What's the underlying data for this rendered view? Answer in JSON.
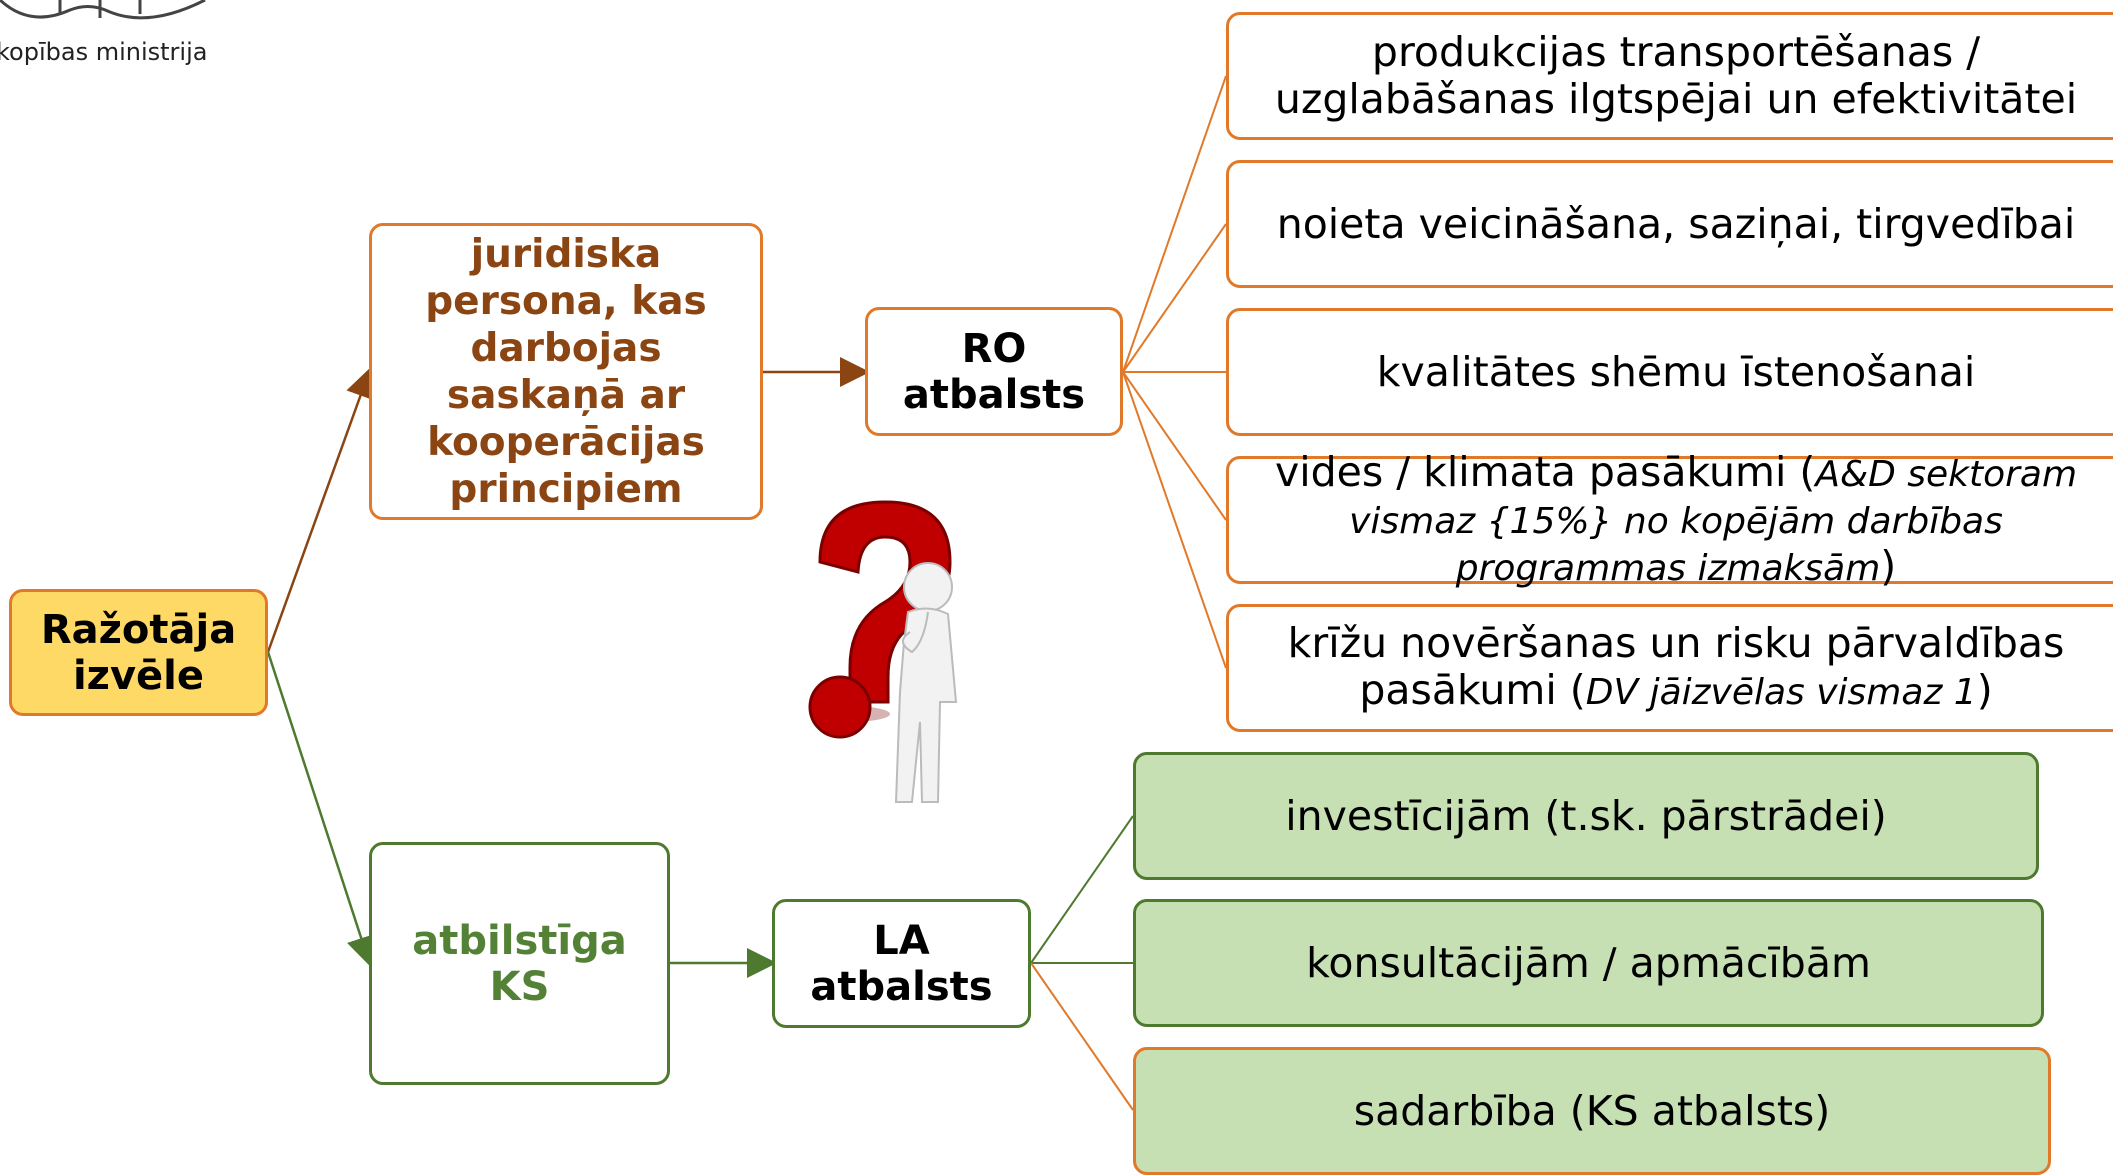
{
  "logo": {
    "text": "kopības ministrija"
  },
  "root": {
    "line1": "Ražotāja",
    "line2": "izvēle"
  },
  "branch_ro": {
    "label": "juridiska persona, kas darbojas saskaņā ar kooperācijas principiem",
    "node_line1": "RO",
    "node_line2": "atbalsts"
  },
  "branch_la": {
    "label_line1": "atbilstīga",
    "label_line2": "KS",
    "node_line1": "LA",
    "node_line2": "atbalsts"
  },
  "ro_items": [
    {
      "text": "produkcijas transportēšanas / uzglabāšanas ilgtspējai un efektivitātei"
    },
    {
      "text": "noieta veicināšana, saziņai, tirgvedībai"
    },
    {
      "text": "kvalitātes shēmu īstenošanai"
    },
    {
      "text_a": "vides / klimata pasākumi (",
      "italic": "A&D sektoram vismaz {15%} no kopējām darbības programmas izmaksām",
      "text_b": ")"
    },
    {
      "text_a": "krīžu novēršanas un risku pārvaldības pasākumi (",
      "italic": "DV jāizvēlas vismaz 1",
      "text_b": ")"
    }
  ],
  "la_items": [
    {
      "text": "investīcijām (t.sk. pārstrādei)"
    },
    {
      "text": "konsultācijām / apmācībām"
    },
    {
      "text": "sadarbība (KS atbalsts)"
    }
  ],
  "colors": {
    "orange": "#E07A2A",
    "brown": "#8B4513",
    "green": "#538135",
    "root_fill": "#FFD966",
    "green_fill": "#C6E0B4",
    "question_red": "#C00000"
  },
  "icons": {
    "question": "question-mark-person-icon",
    "logo": "coat-of-arms-icon"
  }
}
